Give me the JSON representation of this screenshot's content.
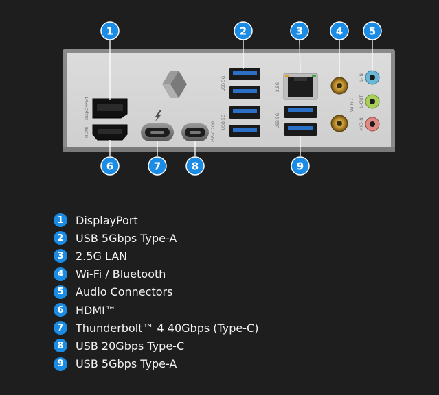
{
  "colors": {
    "background": "#1e1e1e",
    "accent": "#1a8ce6",
    "plate": "#d6d6d6",
    "usb_blue": "#2b6fc7"
  },
  "panel_labels": {
    "displayport": "DisplayPort",
    "hdmi": "HDMI",
    "usb_5g_top": "USB 5G",
    "usb_5g_mid": "USB 5G",
    "usb_5g_right": "USB 5G",
    "lan": "2.5G",
    "wifi": "Wi-Fi 7",
    "usb_c_20g": "USB-C 20G",
    "line_in": "L-IN",
    "line_out": "L-OUT",
    "mic_in": "MIC-IN"
  },
  "callouts": [
    {
      "number": "1",
      "label": "DisplayPort"
    },
    {
      "number": "2",
      "label": "USB 5Gbps Type-A"
    },
    {
      "number": "3",
      "label": "2.5G LAN"
    },
    {
      "number": "4",
      "label": "Wi-Fi / Bluetooth"
    },
    {
      "number": "5",
      "label": "Audio Connectors"
    },
    {
      "number": "6",
      "label": "HDMI™"
    },
    {
      "number": "7",
      "label": "Thunderbolt™ 4 40Gbps (Type-C)"
    },
    {
      "number": "8",
      "label": "USB 20Gbps Type-C"
    },
    {
      "number": "9",
      "label": "USB 5Gbps Type-A"
    }
  ],
  "icons": [
    "brand-logo-icon",
    "thunderbolt-icon",
    "wifi-antenna-icon"
  ]
}
